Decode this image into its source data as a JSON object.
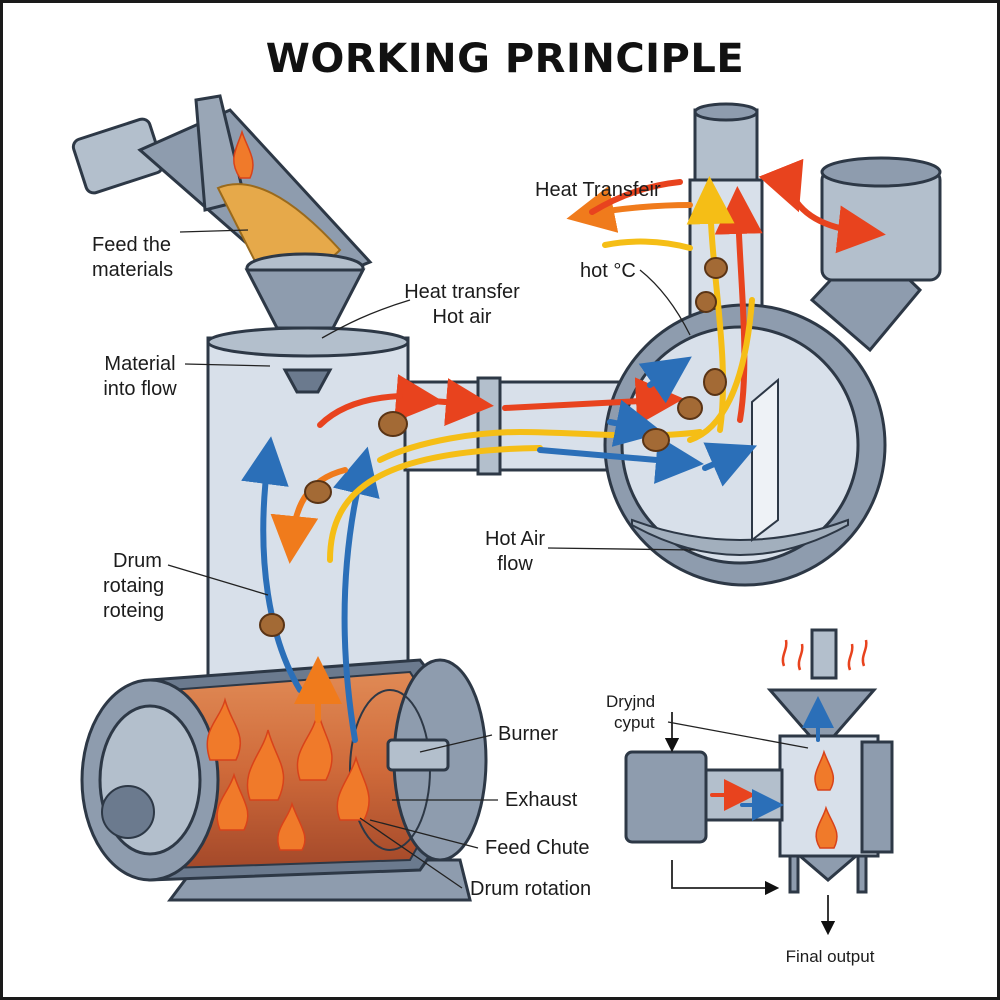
{
  "title": "WORKING PRINCIPLE",
  "labels": {
    "feed_materials": [
      "Feed the",
      "materials"
    ],
    "heat_transfer_hot_air": [
      "Heat transfer",
      "Hot air"
    ],
    "material_into_flow": [
      "Material",
      "into flow"
    ],
    "heat_transfeir": "Heat Transfeir",
    "hot_c": "hot  °C",
    "drum_rotating": [
      "Drum",
      "rotaing",
      "roteing"
    ],
    "hot_air_flow": [
      "Hot Air",
      "flow"
    ],
    "burner": "Burner",
    "exhaust": "Exhaust",
    "feed_chute": "Feed Chute",
    "drum_rotation": "Drum rotation",
    "drying_output": [
      "Dryjnd",
      "cyput"
    ],
    "final_output": "Final output"
  },
  "colors": {
    "metal": "#8e9cae",
    "interior": "#d8e0ea",
    "hot_arrow": "#e8431e",
    "warm_arrow": "#f5be16",
    "cool_arrow": "#2b6fb8",
    "drum_fill": "#cf6a3a",
    "feed_material": "#e6a94a"
  }
}
